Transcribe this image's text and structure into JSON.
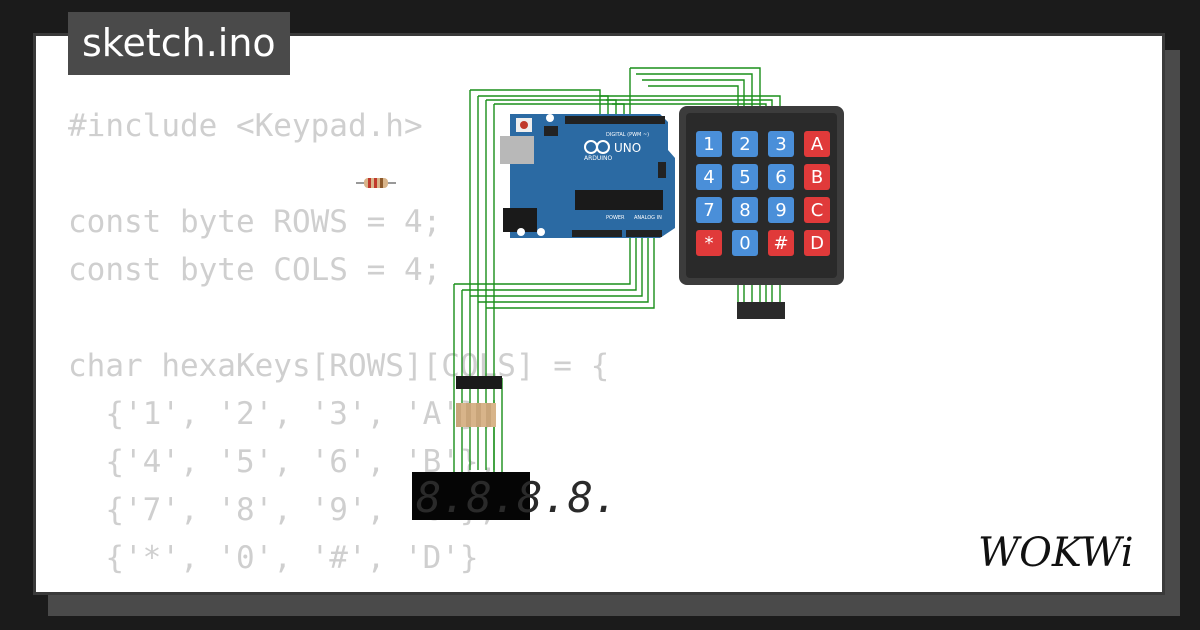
{
  "title_tab": {
    "label": "sketch.ino"
  },
  "code_lines": [
    "#include <Keypad.h>",
    "",
    "const byte ROWS = 4;",
    "const byte COLS = 4;",
    "",
    "char hexaKeys[ROWS][COLS] = {",
    "  {'1', '2', '3', 'A'},",
    "  {'4', '5', '6', 'B'},",
    "  {'7', '8', '9', 'C'},",
    "  {'*', '0', '#', 'D'}",
    "};"
  ],
  "keypad": {
    "keys": [
      {
        "label": "1",
        "color": "#4a8fd9"
      },
      {
        "label": "2",
        "color": "#4a8fd9"
      },
      {
        "label": "3",
        "color": "#4a8fd9"
      },
      {
        "label": "A",
        "color": "#e03a3a"
      },
      {
        "label": "4",
        "color": "#4a8fd9"
      },
      {
        "label": "5",
        "color": "#4a8fd9"
      },
      {
        "label": "6",
        "color": "#4a8fd9"
      },
      {
        "label": "B",
        "color": "#e03a3a"
      },
      {
        "label": "7",
        "color": "#4a8fd9"
      },
      {
        "label": "8",
        "color": "#4a8fd9"
      },
      {
        "label": "9",
        "color": "#4a8fd9"
      },
      {
        "label": "C",
        "color": "#e03a3a"
      },
      {
        "label": "*",
        "color": "#e03a3a"
      },
      {
        "label": "0",
        "color": "#4a8fd9"
      },
      {
        "label": "#",
        "color": "#e03a3a"
      },
      {
        "label": "D",
        "color": "#e03a3a"
      }
    ]
  },
  "arduino": {
    "model_label": "UNO",
    "brand_label": "ARDUINO",
    "digital_label": "DIGITAL (PWM ~)",
    "power_label": "POWER",
    "analog_label": "ANALOG IN"
  },
  "seven_segment": {
    "digits": "8.8.8.8."
  },
  "logo": {
    "text": "WOKWi"
  },
  "colors": {
    "background": "#1b1b1b",
    "card": "#ffffff",
    "code_text": "#cfcfcf",
    "tab": "#4a4a4a",
    "wire": "#1a8f1a",
    "board": "#2b6aa3",
    "keypad_body": "#3c3c3c"
  },
  "icons": [
    "arduino-infinity-icon",
    "reset-button-icon",
    "usb-port-icon",
    "power-jack-icon"
  ]
}
